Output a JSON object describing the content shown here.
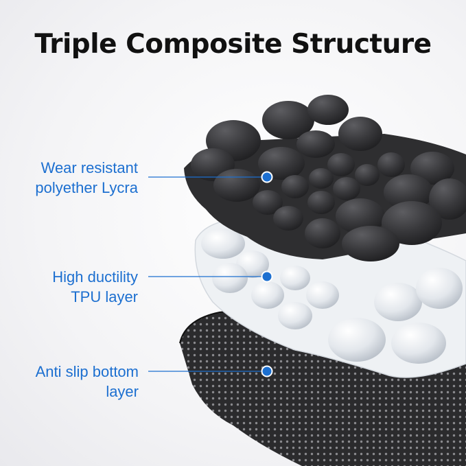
{
  "title": "Triple Composite Structure",
  "labels": [
    {
      "line1": "Wear resistant",
      "line2": "polyether Lycra"
    },
    {
      "line1": "High ductility",
      "line2": "TPU layer"
    },
    {
      "line1": "Anti slip bottom",
      "line2": "layer"
    }
  ],
  "colors": {
    "accent": "#1c6fd0",
    "title": "#111111",
    "cushion": "#3a3a3c",
    "gel": "#e6eaee",
    "bottom": "#2b2b2d"
  }
}
